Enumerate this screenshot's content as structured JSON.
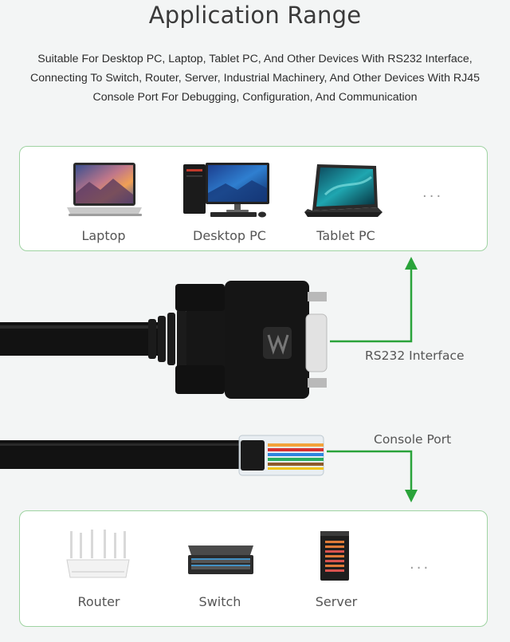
{
  "header": {
    "title": "Application Range",
    "description_lines": [
      "Suitable For Desktop PC, Laptop, Tablet PC, And Other Devices With RS232 Interface,",
      "Connecting To Switch, Router, Server, Industrial Machinery, And Other Devices With RJ45",
      "Console Port For Debugging, Configuration, And Communication"
    ]
  },
  "top_devices": {
    "items": [
      {
        "label": "Laptop",
        "icon": "laptop-icon"
      },
      {
        "label": "Desktop PC",
        "icon": "desktop-pc-icon"
      },
      {
        "label": "Tablet PC",
        "icon": "tablet-pc-icon"
      }
    ],
    "more": "···"
  },
  "connectors": {
    "rs232_label": "RS232 Interface",
    "console_label": "Console Port"
  },
  "bottom_devices": {
    "items": [
      {
        "label": "Router",
        "icon": "router-icon"
      },
      {
        "label": "Switch",
        "icon": "switch-icon"
      },
      {
        "label": "Server",
        "icon": "server-icon"
      }
    ],
    "more": "···"
  },
  "colors": {
    "accent_green": "#2aa33a",
    "panel_border": "#9fd3a2",
    "cable_black": "#111111"
  }
}
